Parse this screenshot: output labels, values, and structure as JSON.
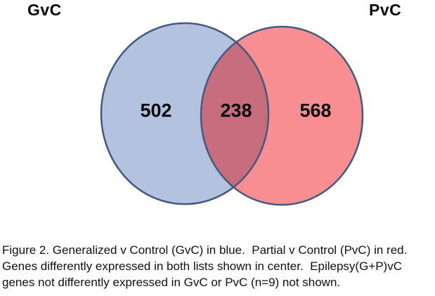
{
  "figure": {
    "left_set_label": "GvC",
    "right_set_label": "PvC"
  },
  "venn": {
    "left_count": "502",
    "overlap_count": "238",
    "right_count": "568",
    "colors": {
      "left_fill": "#b3c3df",
      "right_fill": "#f88e92",
      "overlap_fill": "#c76d7d",
      "stroke": "#44597f"
    }
  },
  "caption": {
    "lines": [
      "Figure 2. Generalized v Control (GvC) in blue.  Partial v Control (PvC) in red.",
      "Genes differently expressed in both lists shown in center.  Epilepsy(G+P)vC",
      "genes not differently expressed in GvC or PvC (n=9) not shown."
    ]
  }
}
